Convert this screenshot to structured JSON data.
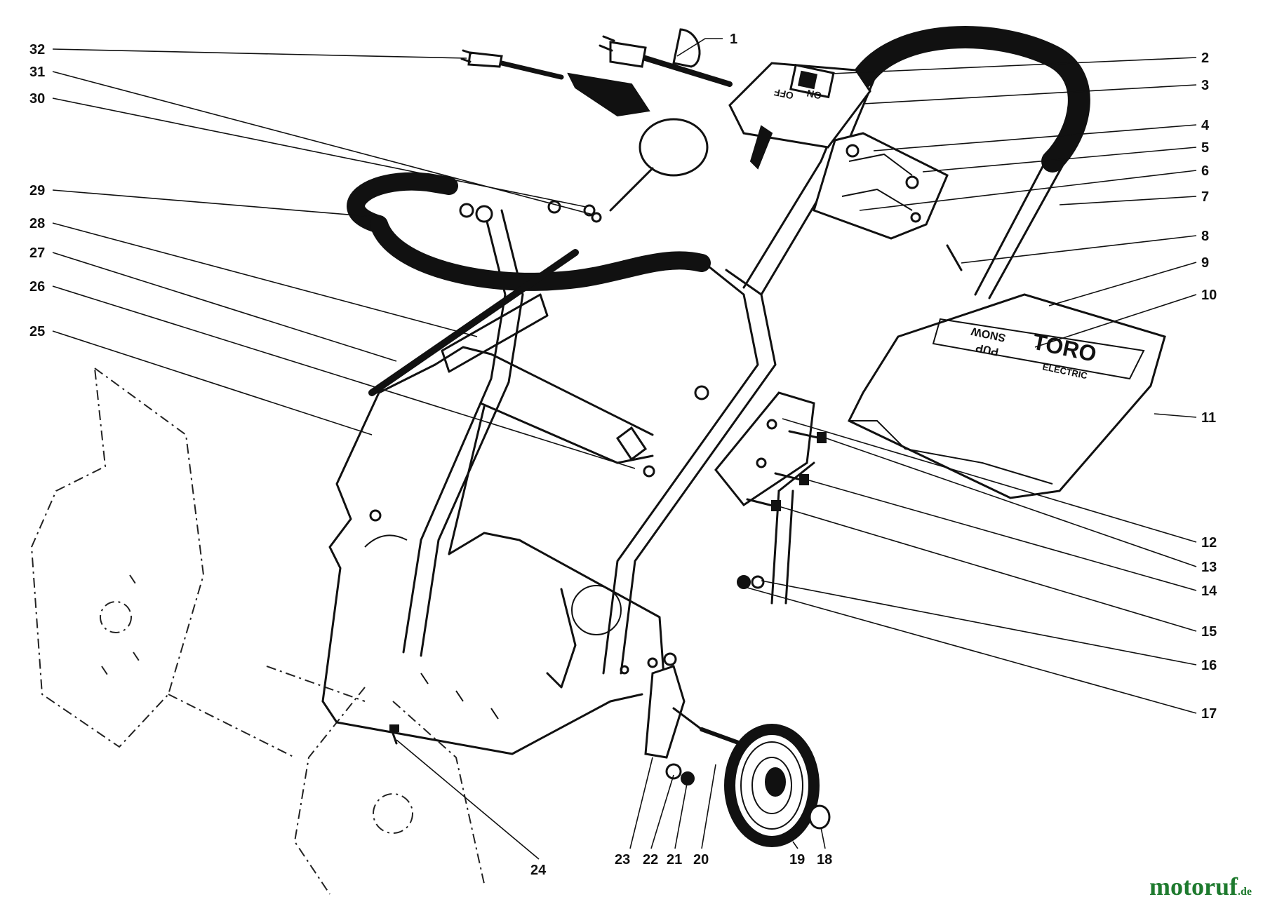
{
  "labels": {
    "switch_on": "ON",
    "switch_off": "OFF",
    "brand": "TORO",
    "model_top": "SNOW",
    "model_bottom": "PUP",
    "type": "ELECTRIC"
  },
  "watermark": {
    "name": "motoruf",
    "tld": ".de"
  },
  "colors": {
    "ink": "#111111",
    "background": "#ffffff",
    "watermark": "#1e7a2e"
  },
  "callouts": [
    {
      "num": "1"
    },
    {
      "num": "2"
    },
    {
      "num": "3"
    },
    {
      "num": "4"
    },
    {
      "num": "5"
    },
    {
      "num": "6"
    },
    {
      "num": "7"
    },
    {
      "num": "8"
    },
    {
      "num": "9"
    },
    {
      "num": "10"
    },
    {
      "num": "11"
    },
    {
      "num": "12"
    },
    {
      "num": "13"
    },
    {
      "num": "14"
    },
    {
      "num": "15"
    },
    {
      "num": "16"
    },
    {
      "num": "17"
    },
    {
      "num": "18"
    },
    {
      "num": "19"
    },
    {
      "num": "20"
    },
    {
      "num": "21"
    },
    {
      "num": "22"
    },
    {
      "num": "23"
    },
    {
      "num": "24"
    },
    {
      "num": "25"
    },
    {
      "num": "26"
    },
    {
      "num": "27"
    },
    {
      "num": "28"
    },
    {
      "num": "29"
    },
    {
      "num": "30"
    },
    {
      "num": "31"
    },
    {
      "num": "32"
    }
  ]
}
